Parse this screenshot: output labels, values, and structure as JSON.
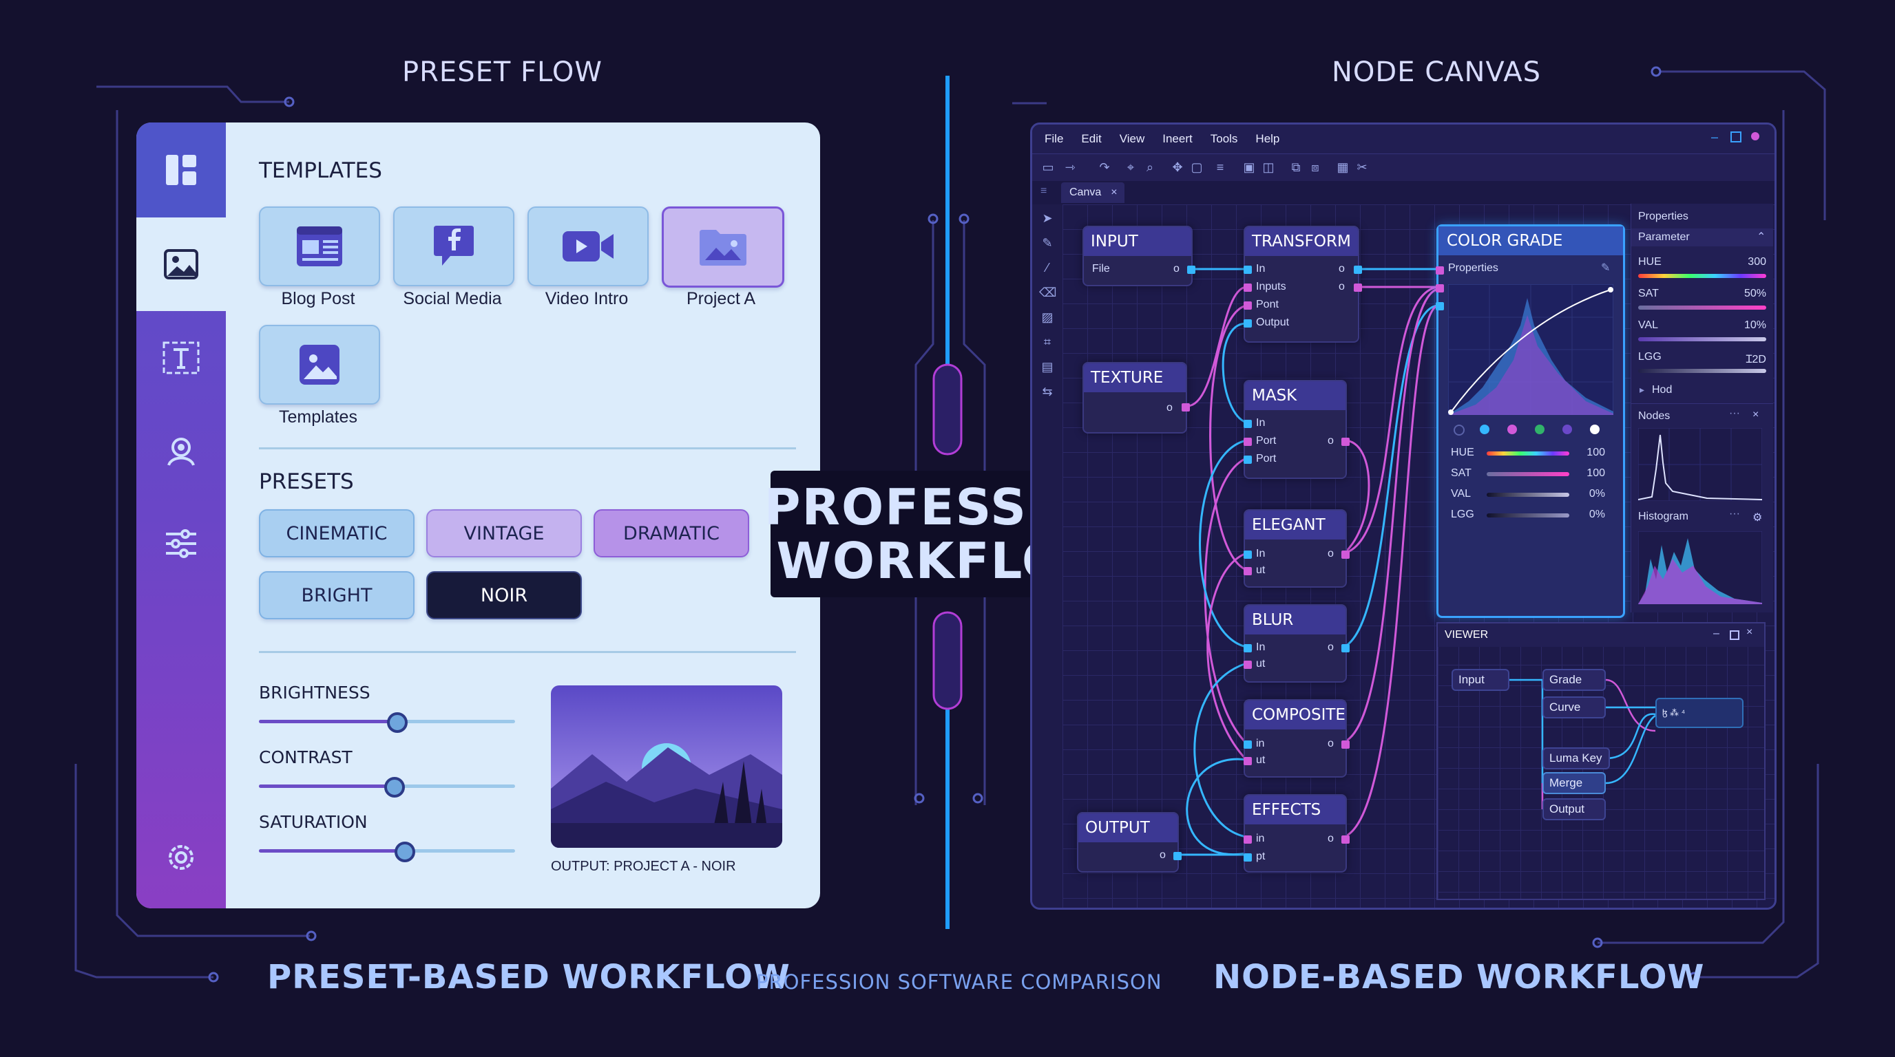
{
  "headings": {
    "left": "PRESET FLOW",
    "right": "NODE CANVAS"
  },
  "center": {
    "line1": "PROFESSION",
    "line2": "WORKFLOW"
  },
  "footer": {
    "left": "PRESET-BASED WORKFLOW",
    "middle": "PROFESSION SOFTWARE COMPARISON",
    "right": "NODE-BASED WORKFLOW"
  },
  "preset": {
    "sidebar_icons": [
      "dashboard-icon",
      "image-icon",
      "text-icon",
      "portrait-icon",
      "sliders-icon",
      "gear-icon"
    ],
    "templates_title": "TEMPLATES",
    "templates": [
      {
        "label": "Blog Post",
        "icon": "blog-icon"
      },
      {
        "label": "Social Media",
        "icon": "facebook-icon"
      },
      {
        "label": "Video Intro",
        "icon": "video-icon"
      },
      {
        "label": "Project A",
        "icon": "folder-icon",
        "selected": true
      },
      {
        "label": "Templates",
        "icon": "image-icon"
      }
    ],
    "presets_title": "PRESETS",
    "presets": [
      "CINEMATIC",
      "VINTAGE",
      "DRAMATIC",
      "BRIGHT",
      "NOIR"
    ],
    "selected_preset": "NOIR",
    "sliders": [
      {
        "label": "BRIGHTNESS",
        "value": 0.54
      },
      {
        "label": "CONTRAST",
        "value": 0.53
      },
      {
        "label": "SATURATION",
        "value": 0.57
      }
    ],
    "output_label": "OUTPUT: PROJECT A - NOIR"
  },
  "canvas": {
    "menu": [
      "File",
      "Edit",
      "View",
      "Ineert",
      "Tools",
      "Help"
    ],
    "tab": "Canva",
    "nodes": {
      "input": {
        "title": "INPUT",
        "ports": [
          "File"
        ]
      },
      "texture": {
        "title": "TEXTURE"
      },
      "output": {
        "title": "OUTPUT"
      },
      "transform": {
        "title": "TRANSFORM",
        "ports": [
          "In",
          "Inputs",
          "Pont",
          "Output"
        ]
      },
      "mask": {
        "title": "MASK",
        "ports": [
          "In",
          "Port",
          "Port"
        ]
      },
      "elegant": {
        "title": "ELEGANT",
        "ports": [
          "In",
          "ut"
        ]
      },
      "blur": {
        "title": "BLUR",
        "ports": [
          "In",
          "ut"
        ]
      },
      "composite": {
        "title": "COMPOSITE",
        "ports": [
          "in",
          "ut"
        ]
      },
      "effects": {
        "title": "EFFECTS",
        "ports": [
          "in",
          "pt"
        ]
      }
    },
    "out_mark": "o",
    "color_grade": {
      "title": "COLOR GRADE",
      "sub": "Properties",
      "rows": [
        {
          "label": "HUE",
          "value": "100"
        },
        {
          "label": "SAT",
          "value": "100"
        },
        {
          "label": "VAL",
          "value": "0%"
        },
        {
          "label": "LGG",
          "value": "0%"
        }
      ]
    },
    "properties": {
      "title": "Properties",
      "parameter": "Parameter",
      "rows": [
        {
          "label": "HUE",
          "value": "300"
        },
        {
          "label": "SAT",
          "value": "50%"
        },
        {
          "label": "VAL",
          "value": "10%"
        },
        {
          "label": "LGG",
          "value": "Ɪ2D"
        }
      ],
      "hod": "Hod",
      "nodes_label": "Nodes",
      "histogram_label": "Histogram",
      "dots": "···"
    },
    "viewer": {
      "title": "VIEWER",
      "nodes": [
        "Input",
        "Grade",
        "Curve",
        "Luma Key",
        "Merge",
        "Output"
      ],
      "merge_mark": "ɮ ⁂ ⁴"
    }
  }
}
